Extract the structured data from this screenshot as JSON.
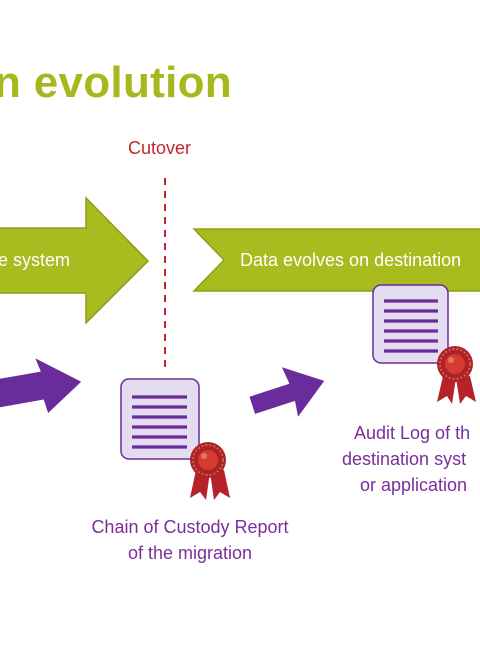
{
  "slide": {
    "title": "n evolution",
    "cutover_label": "Cutover",
    "left_banner": "e system",
    "right_banner": "Data evolves on destination",
    "custody_caption": [
      "Chain of Custody Report",
      "of the migration"
    ],
    "audit_caption": [
      "Audit Log of th",
      "destination syst",
      "or application"
    ]
  },
  "colors": {
    "title": "#A7B81F",
    "banner_fill": "#A8BB1F",
    "banner_stroke": "#8E9E14",
    "cutover": "#C0272D",
    "purple": "#6A2C9A",
    "doc_fill": "#E4DCEF",
    "seal_red": "#C0272D"
  },
  "icons": [
    "document-icon",
    "award-ribbon-icon",
    "arrow-right-icon"
  ]
}
